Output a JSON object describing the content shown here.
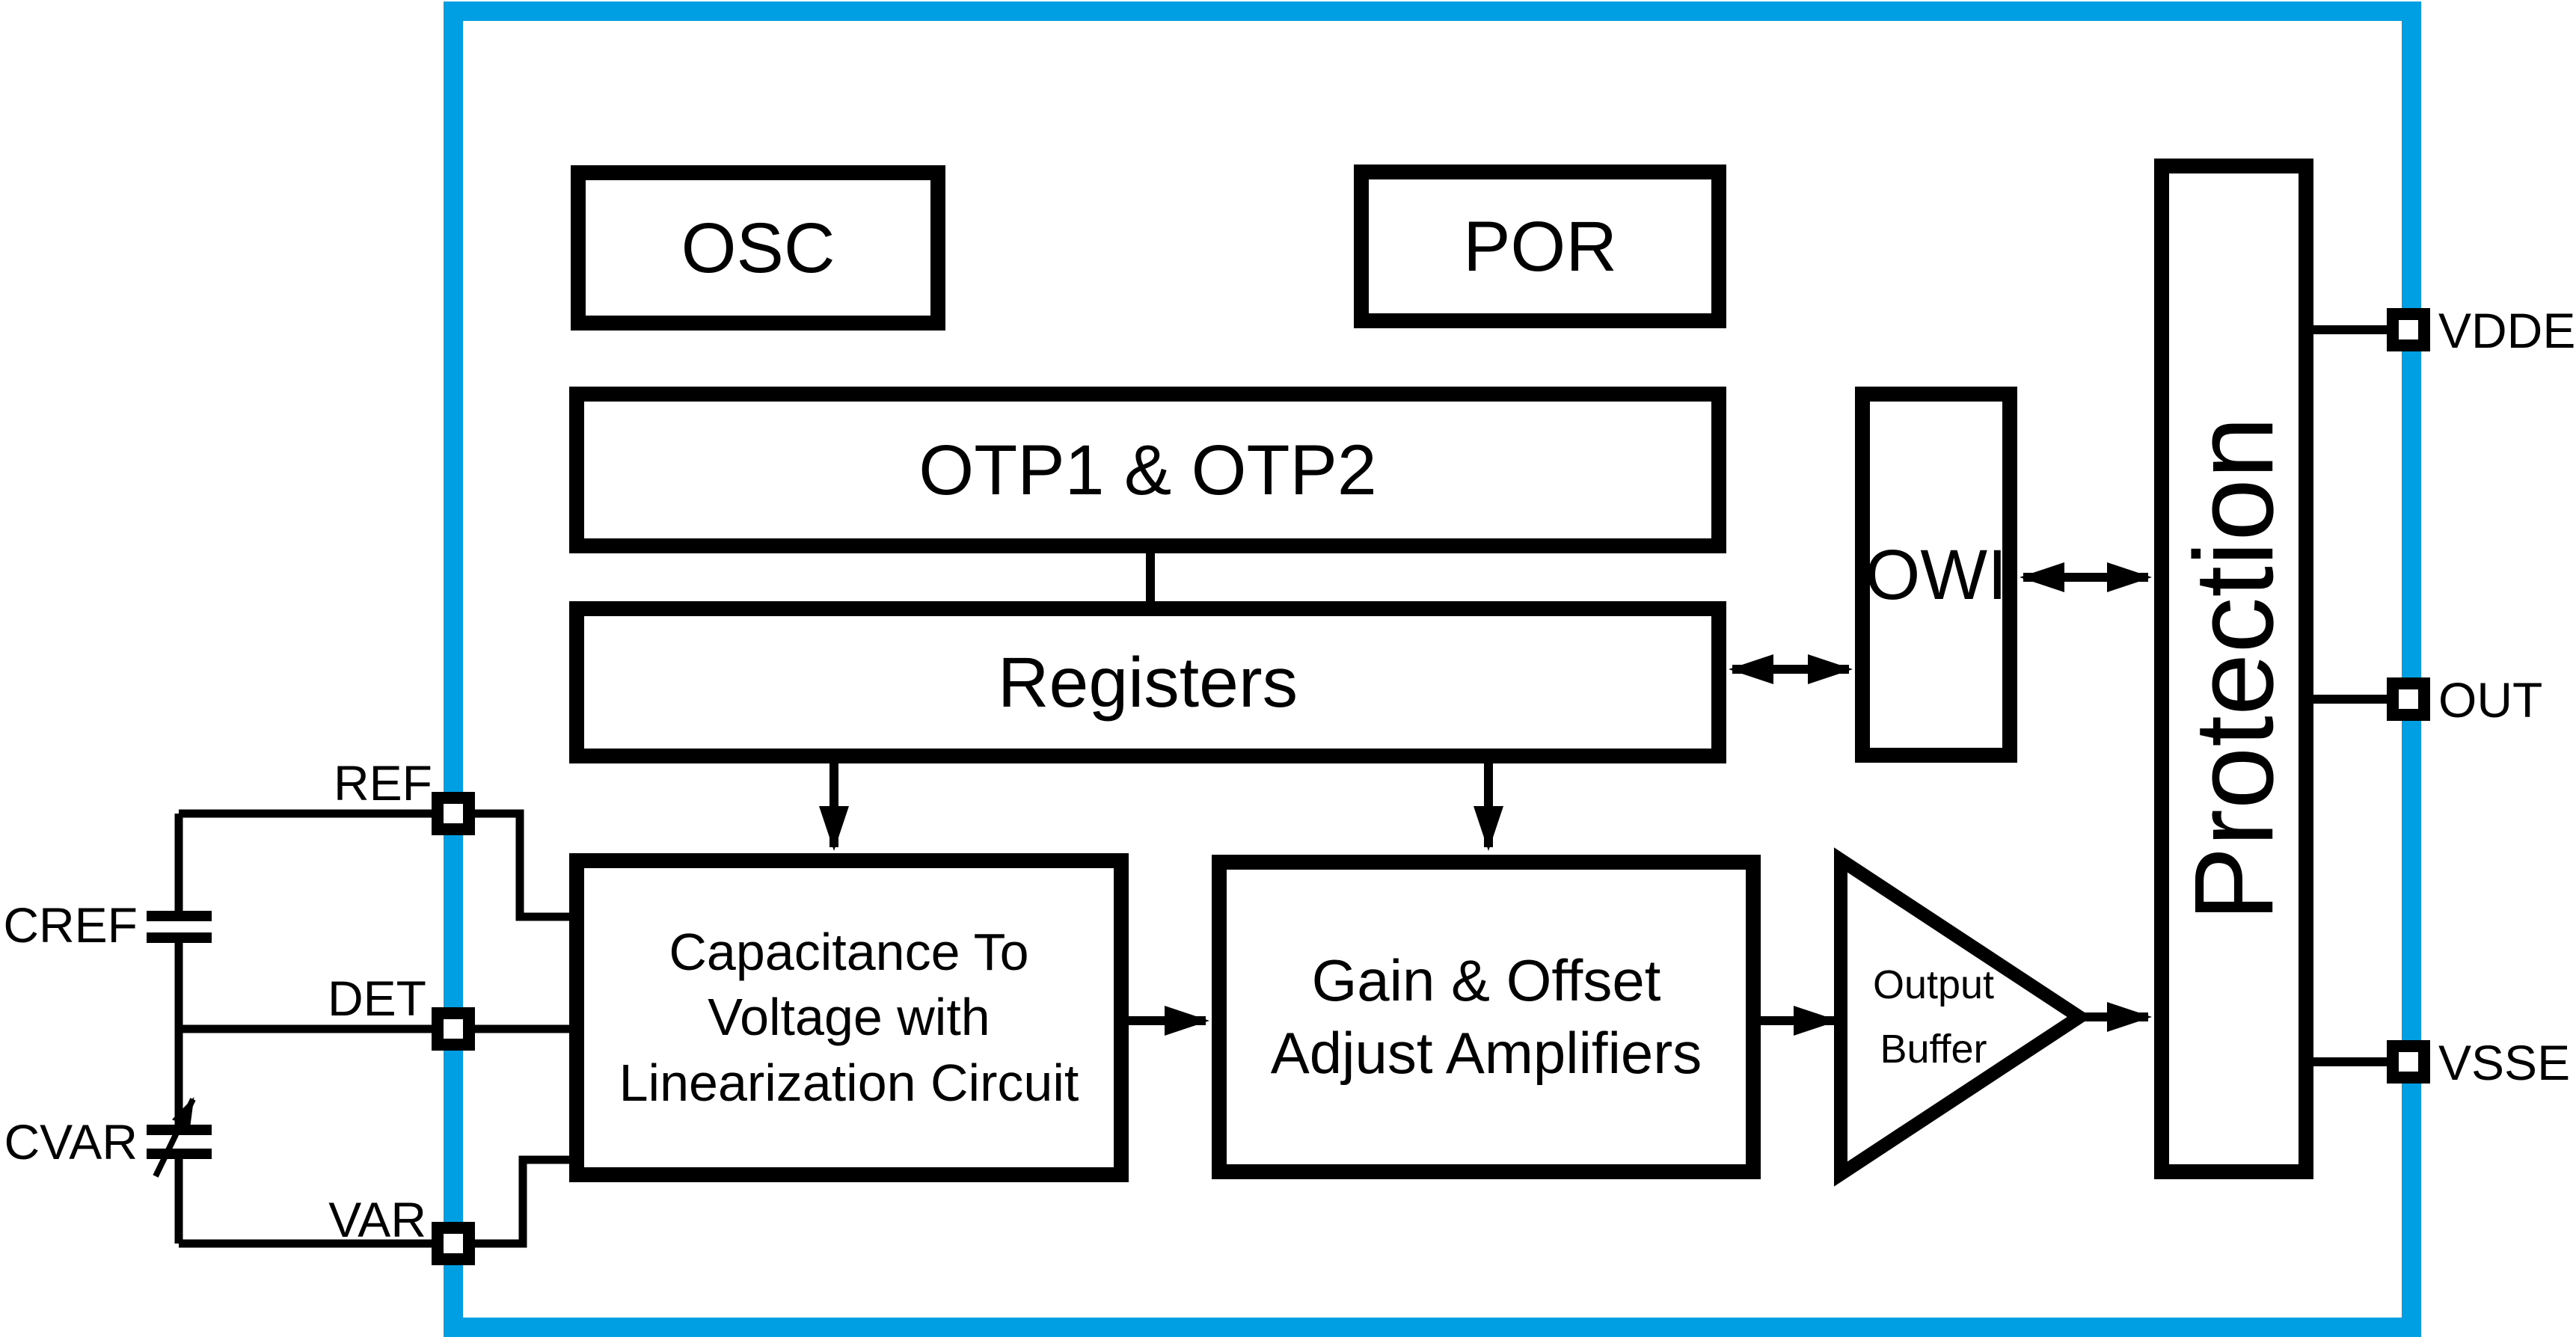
{
  "colors": {
    "chip_outline": "#009EE2",
    "wire": "#000000",
    "background": "#FFFFFF"
  },
  "blocks": {
    "osc": {
      "label": "OSC"
    },
    "por": {
      "label": "POR"
    },
    "otp": {
      "label": "OTP1 & OTP2"
    },
    "registers": {
      "label": "Registers"
    },
    "owi": {
      "label": "OWI"
    },
    "protection": {
      "label": "Protection"
    },
    "c2v": {
      "label": "Capacitance To\nVoltage with\nLinearization Circuit"
    },
    "gain": {
      "label": "Gain & Offset\nAdjust Amplifiers"
    },
    "output_buffer": {
      "label": "Output\nBuffer"
    }
  },
  "pins": {
    "right": [
      {
        "name": "VDDE"
      },
      {
        "name": "OUT"
      },
      {
        "name": "VSSE"
      }
    ],
    "left": [
      {
        "name": "REF"
      },
      {
        "name": "DET"
      },
      {
        "name": "VAR"
      }
    ]
  },
  "external_capacitors": [
    {
      "name": "CREF",
      "type": "fixed"
    },
    {
      "name": "CVAR",
      "type": "variable"
    }
  ]
}
